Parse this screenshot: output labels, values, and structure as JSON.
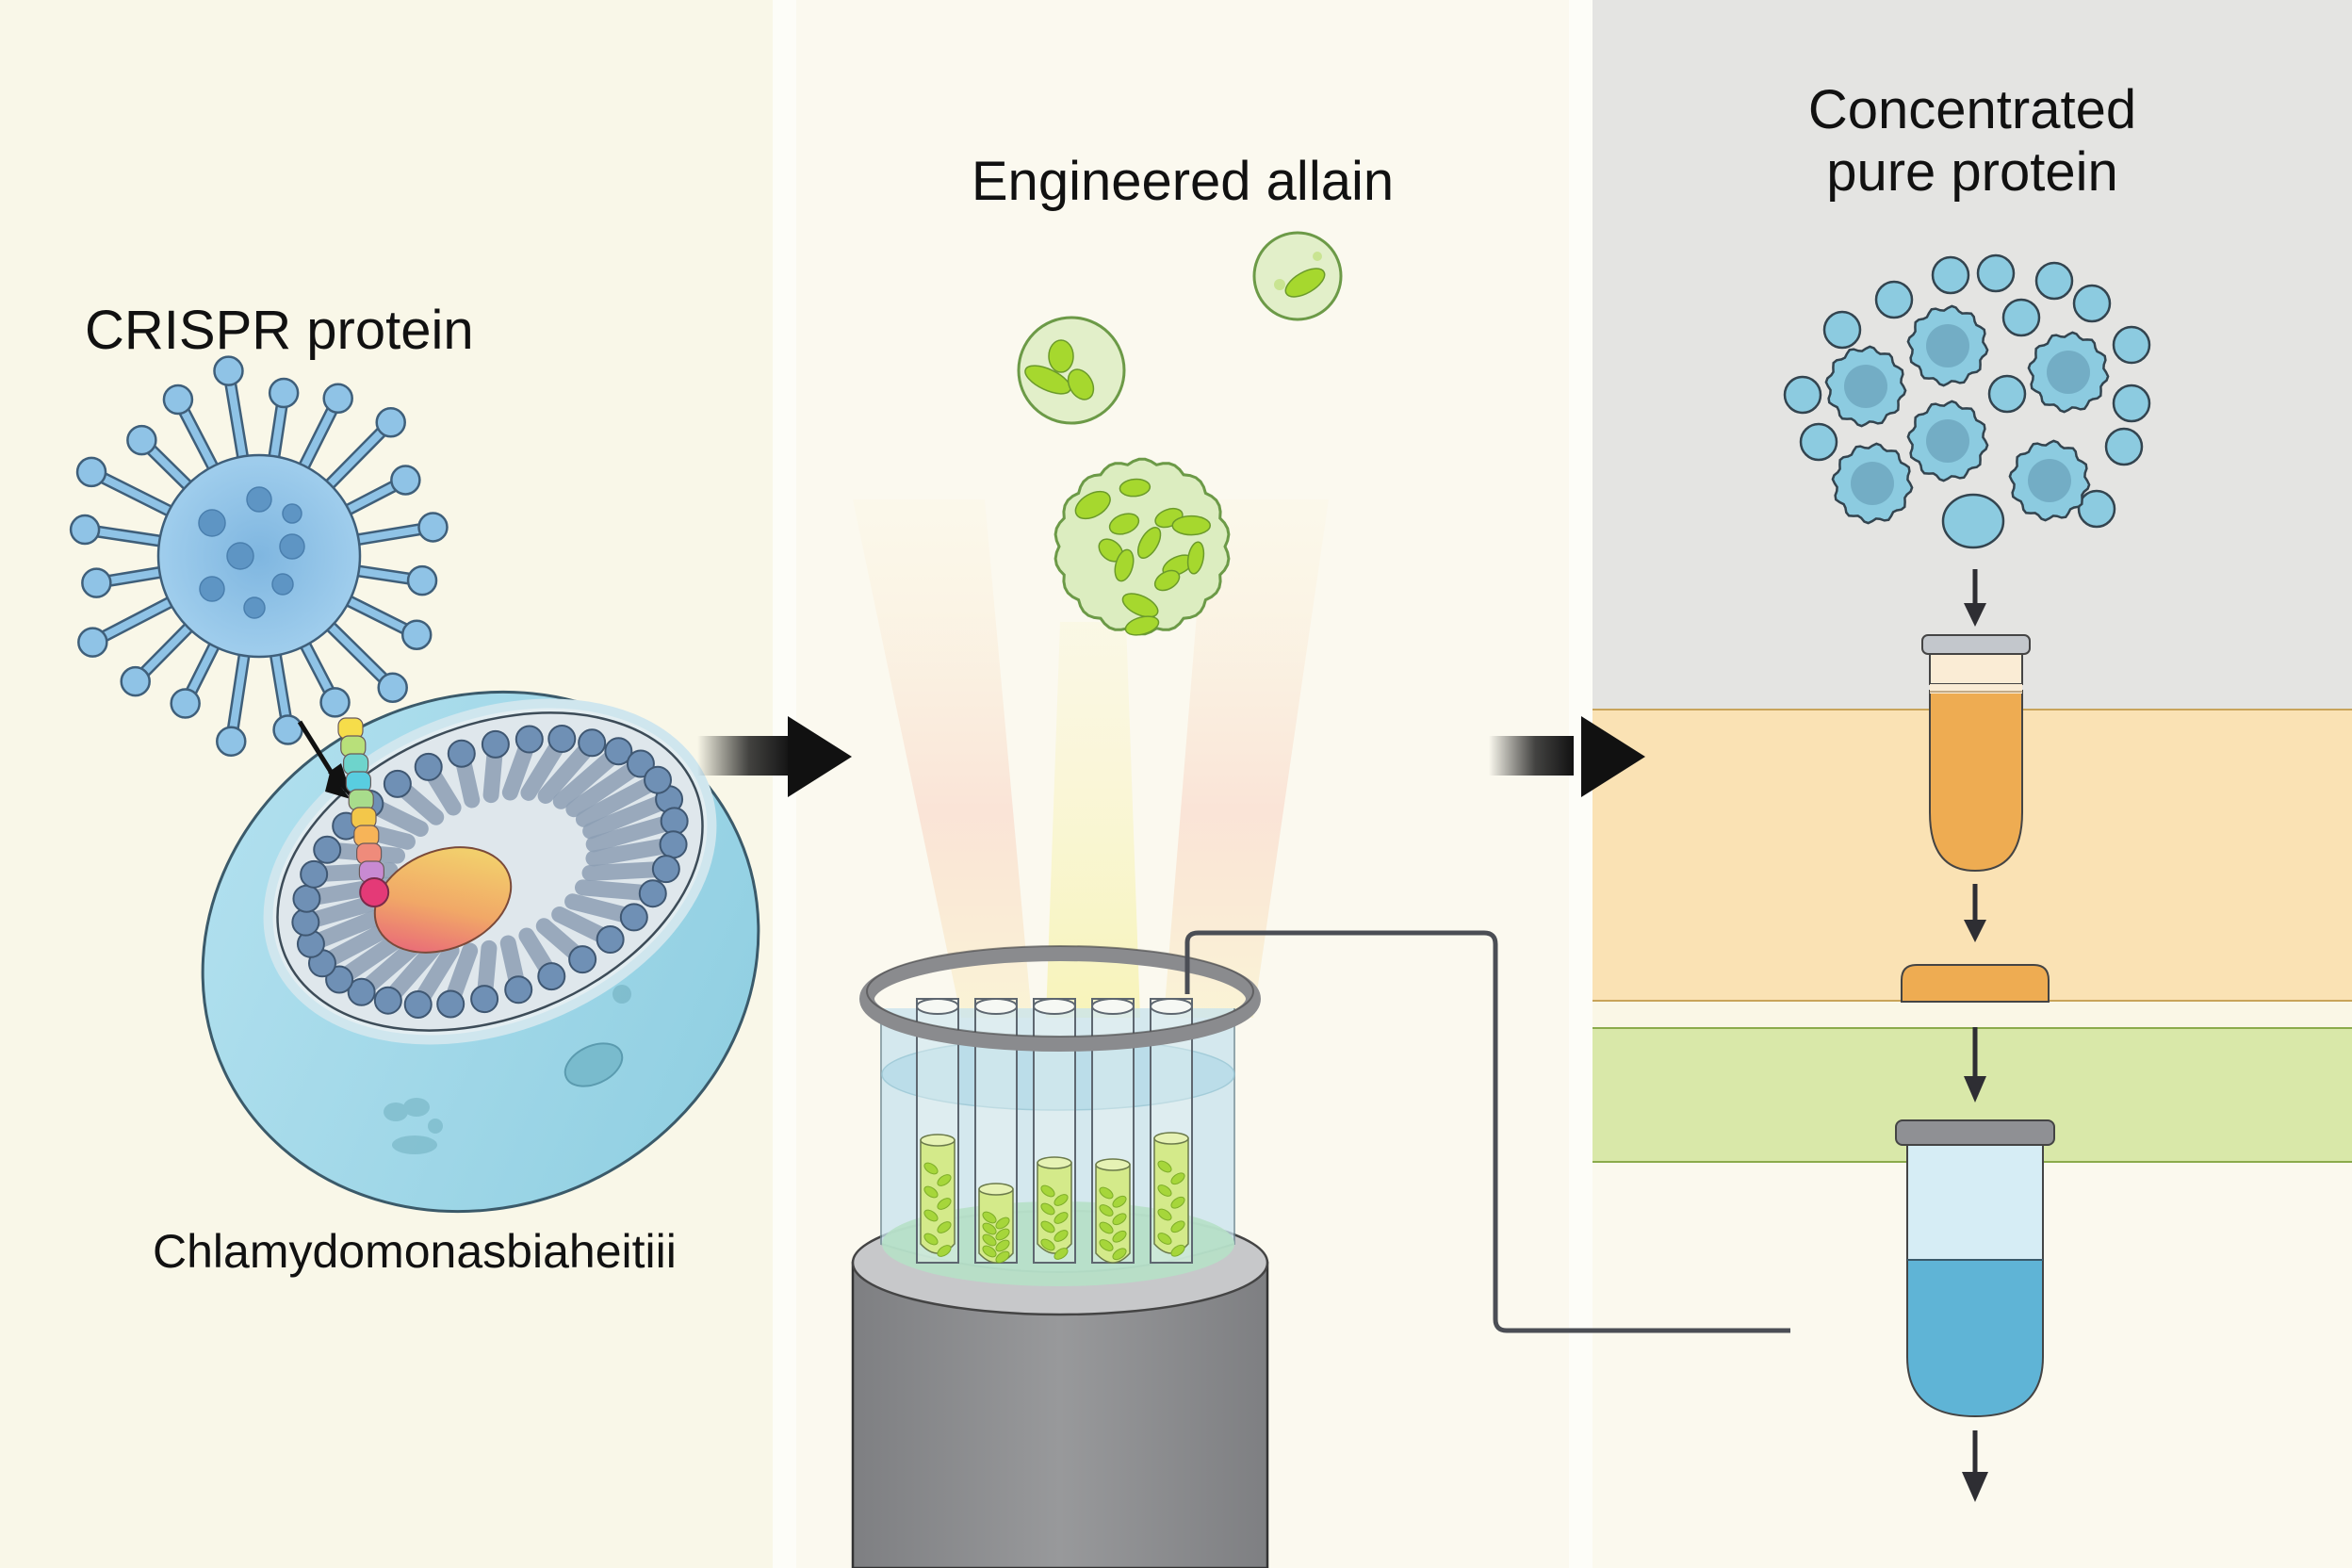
{
  "panels": [
    {
      "id": "crispr-editing",
      "title": "CRISPR protein",
      "caption": "Chlamydomonasbiaheitiii",
      "background": "#f9f7e8"
    },
    {
      "id": "algae-cultivation",
      "title": "Engineered allain",
      "background": "#fbf9ef"
    },
    {
      "id": "protein-purification",
      "title": "Concentrated\npure protein",
      "bands": [
        {
          "name": "gray",
          "color": "#e4e4e2"
        },
        {
          "name": "orange",
          "color": "#fae2b4"
        },
        {
          "name": "cream",
          "color": "#faf7e6"
        },
        {
          "name": "green",
          "color": "#d9e8a9"
        },
        {
          "name": "cream-bottom",
          "color": "#fbf9ee"
        }
      ]
    }
  ],
  "colors": {
    "virus_fill": "#8fc3e6",
    "virus_dots": "#5e95c4",
    "cell_fill": "#a9dbea",
    "nucleus_start": "#f0e070",
    "nucleus_end": "#e85a86",
    "algae_fill": "#d9ecb3",
    "chloroplast": "#a6d82e",
    "tube_liquid": "#d4ea8a",
    "water": "#bfdfea",
    "base_gray": "#8a8b8d",
    "protein_fill": "#8ccbe0",
    "orange_liquid": "#eeac52",
    "blue_liquid": "#5fb4d6",
    "arrow": "#2e2e33"
  },
  "bioreactor": {
    "tube_count": 5
  }
}
